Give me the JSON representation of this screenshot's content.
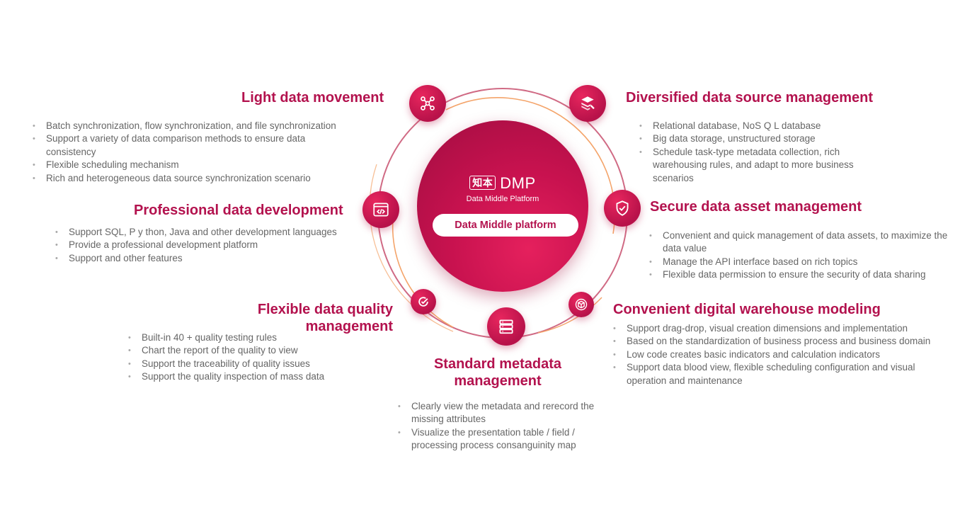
{
  "center": {
    "logo_mark": "知本",
    "logo_text": "DMP",
    "logo_sub": "Data Middle Platform",
    "pill_label": "Data Middle platform"
  },
  "colors": {
    "accent": "#b3124e",
    "text": "#666666",
    "ring_orange": "#f4a46a",
    "ring_pink": "#c8506e"
  },
  "sections": {
    "light_movement": {
      "title": "Light data movement",
      "icon": "network-nodes-icon",
      "bullets": [
        "Batch synchronization, flow synchronization, and file synchronization",
        "Support a variety of data comparison methods to ensure data consistency",
        "Flexible scheduling mechanism",
        "Rich and heterogeneous data source synchronization scenario"
      ]
    },
    "diversified_source": {
      "title": "Diversified data source management",
      "icon": "layers-wrench-icon",
      "bullets": [
        "Relational database, NoS Q L database",
        "Big data storage, unstructured storage",
        "Schedule task-type metadata collection, rich warehousing rules, and adapt to more business scenarios"
      ]
    },
    "professional_dev": {
      "title": "Professional data development",
      "icon": "code-window-icon",
      "bullets": [
        "Support SQL, P y thon, Java and other development languages",
        "Provide a professional development platform",
        "Support and other features"
      ]
    },
    "secure_asset": {
      "title": "Secure data asset management",
      "icon": "shield-check-icon",
      "bullets": [
        "Convenient and quick management of data assets, to maximize the data value",
        "Manage the API interface based on rich topics",
        "Flexible data permission to ensure the security of data sharing"
      ]
    },
    "quality": {
      "title": "Flexible data quality management",
      "title_line1": "Flexible data quality",
      "title_line2": "management",
      "icon": "ring-check-icon",
      "bullets": [
        "Built-in 40 + quality testing rules",
        "Chart the report of the quality to view",
        "Support the traceability of quality issues",
        "Support the quality inspection of mass data"
      ]
    },
    "warehouse": {
      "title": "Convenient digital warehouse modeling",
      "icon": "cube-box-icon",
      "bullets": [
        "Support drag-drop, visual creation dimensions and implementation",
        "Based on the standardization of business process and business domain",
        "Low code creates basic indicators and calculation indicators",
        "Support data blood view, flexible scheduling configuration and visual operation and maintenance"
      ]
    },
    "metadata": {
      "title_line1": "Standard metadata",
      "title_line2": "management",
      "icon": "server-stack-icon",
      "bullets": [
        "Clearly view the metadata and rerecord the missing attributes",
        "Visualize the presentation table / field / processing process consanguinity map"
      ]
    }
  }
}
